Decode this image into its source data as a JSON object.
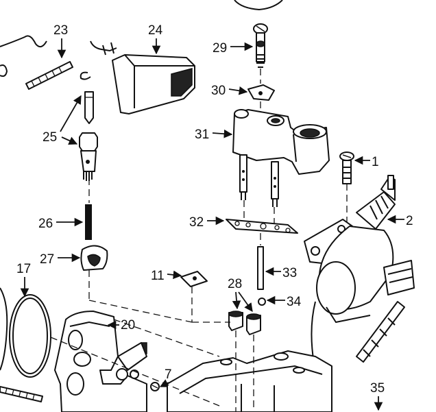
{
  "callouts": {
    "c1": "1",
    "c2": "2",
    "c7": "7",
    "c11": "11",
    "c17": "17",
    "c20": "20",
    "c23": "23",
    "c24": "24",
    "c25": "25",
    "c26": "26",
    "c27": "27",
    "c28": "28",
    "c29": "29",
    "c30": "30",
    "c31": "31",
    "c32": "32",
    "c33": "33",
    "c34": "34",
    "c35": "35"
  }
}
